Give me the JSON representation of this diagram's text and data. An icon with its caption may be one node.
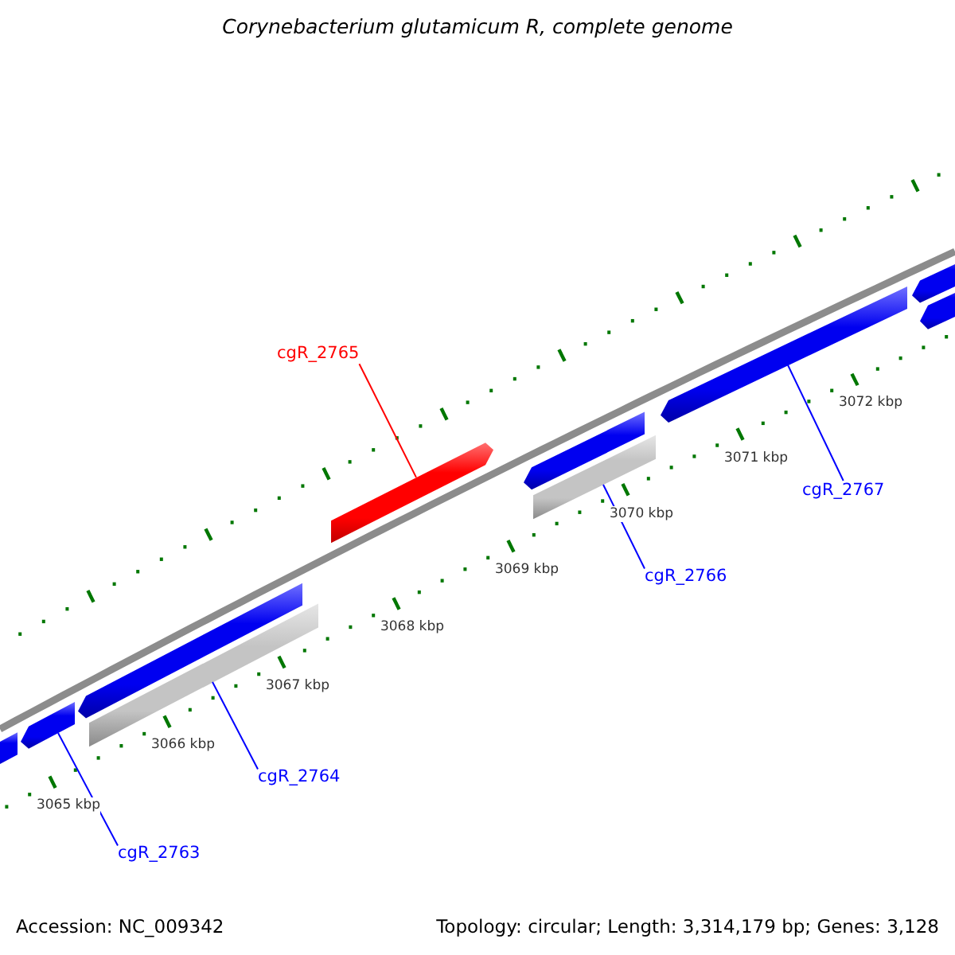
{
  "diagram": {
    "title": "Corynebacterium glutamicum R, complete genome",
    "nodes": [
      {
        "text": [
          "cgR_2765"
        ]
      },
      {
        "text": [
          "cgR_2767"
        ]
      },
      {
        "text": [
          "cgR_2766"
        ]
      },
      {
        "text": [
          "cgR_2764"
        ]
      },
      {
        "text": [
          "cgR_2763"
        ]
      },
      {
        "text": [],
        "shape": "bar"
      },
      {
        "text": [],
        "shape": "bar"
      },
      {
        "text": [],
        "shape": "bar"
      },
      {
        "text": [],
        "shape": "bar"
      },
      {
        "text": [],
        "shape": "bar"
      },
      {
        "text": [],
        "shape": "bar"
      },
      {
        "text": [],
        "shape": "bar"
      },
      {
        "text": [],
        "shape": "bar"
      },
      {
        "text": [],
        "shape": "bar"
      },
      {
        "text": [],
        "shape": "bar"
      }
    ],
    "edges": [
      {
        "from": 0,
        "to": 9,
        "arrow": "none",
        "color": "#ff0000"
      },
      {
        "from": 1,
        "to": 12,
        "arrow": "none"
      },
      {
        "from": 2,
        "to": 11,
        "arrow": "none"
      },
      {
        "from": 3,
        "to": 8,
        "arrow": "none"
      },
      {
        "from": 4,
        "to": 6,
        "arrow": "none"
      }
    ],
    "labels": [
      "3065 kbp",
      "3066 kbp",
      "3067 kbp",
      "3068 kbp",
      "3069 kbp",
      "3070 kbp",
      "3071 kbp",
      "3072 kbp",
      "Accession: NC_009342",
      "Topology: circular; Length: 3,314,179 bp; Genes: 3,128"
    ]
  }
}
